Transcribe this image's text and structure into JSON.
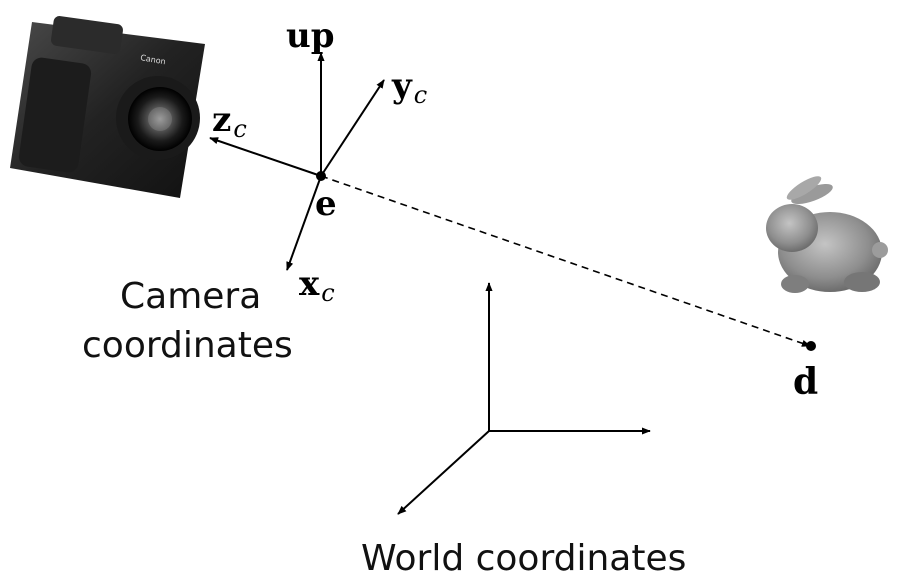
{
  "camera_axes": {
    "up_label": "up",
    "y_label_main": "y",
    "y_label_sub": "c",
    "z_label_main": "z",
    "z_label_sub": "c",
    "x_label_main": "x",
    "x_label_sub": "c",
    "eye_label": "e"
  },
  "target": {
    "label": "d"
  },
  "captions": {
    "camera_line1": "Camera",
    "camera_line2": "coordinates",
    "world": "World coordinates"
  },
  "colors": {
    "lines": "#000000",
    "camera_body": "#2a2a2a",
    "bunny": "#8e8e8e"
  },
  "icons": {
    "camera": "camera-photo-icon",
    "bunny": "stanford-bunny-icon"
  }
}
